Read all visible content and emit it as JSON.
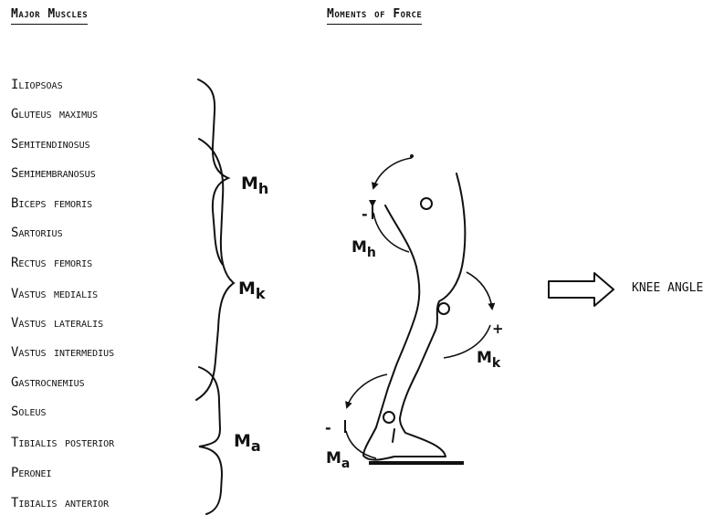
{
  "headings": {
    "muscles": "Major Muscles",
    "moments": "Moments of Force"
  },
  "muscles": [
    "Iliopsoas",
    "Gluteus maximus",
    "Semitendinosus",
    "Semimembranosus",
    "Biceps femoris",
    "Sartorius",
    "Rectus femoris",
    "Vastus medialis",
    "Vastus lateralis",
    "Vastus intermedius",
    "Gastrocnemius",
    "Soleus",
    "Tibialis posterior",
    "Peronei",
    "Tibialis anterior"
  ],
  "moment_groups": {
    "hip": {
      "symbol": "M",
      "subscript": "h"
    },
    "knee": {
      "symbol": "M",
      "subscript": "k"
    },
    "ankle": {
      "symbol": "M",
      "subscript": "a"
    }
  },
  "signs": {
    "hip": "-",
    "knee": "+",
    "ankle": "-"
  },
  "output_label": "KNEE ANGLE"
}
